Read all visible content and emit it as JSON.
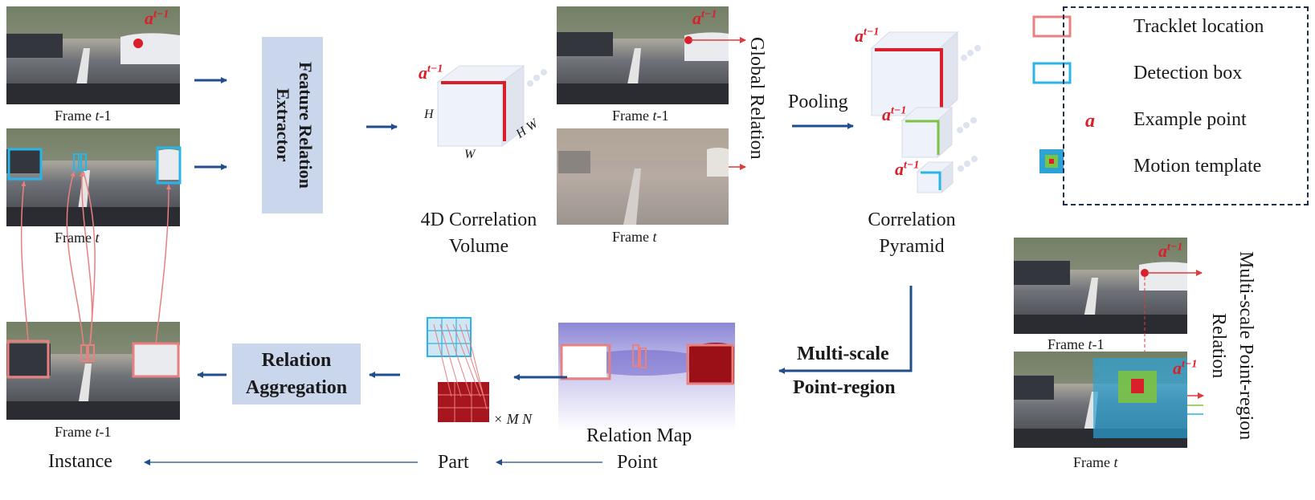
{
  "captions": {
    "frame_t1": "Frame t-1",
    "frame_t1_prefix": "Frame ",
    "frame_t1_var": "t",
    "frame_t1_suffix": "-1",
    "frame_t_prefix": "Frame ",
    "frame_t_var": "t"
  },
  "labels": {
    "feature_extractor": "Feature Relation Extractor",
    "corr_volume": "4D Correlation Volume",
    "global_relation": "Global Relation",
    "pooling": "Pooling",
    "corr_pyramid": "Correlation Pyramid",
    "multiscale_relation": "Multi-scale Point-region Relation",
    "multiscale_pr_1": "Multi-scale",
    "multiscale_pr_2": "Point-region",
    "relation_map": "Relation Map",
    "relation_aggregation": "Relation Aggregation",
    "times_mn": "× M N",
    "instance": "Instance",
    "part": "Part",
    "point": "Point",
    "axis_h": "H",
    "axis_w": "W",
    "axis_hw": "H W",
    "point_symbol": "a",
    "point_sup": "t−1"
  },
  "legend": [
    {
      "label": "Tracklet location",
      "icon": "red-rectangle-icon",
      "color": "#e88080"
    },
    {
      "label": "Detection box",
      "icon": "cyan-rectangle-icon",
      "color": "#29b5e8"
    },
    {
      "label": "Example point",
      "icon": "italic-a-icon",
      "color": "#d9202a",
      "symbol": "a"
    },
    {
      "label": "Motion template",
      "icon": "nested-square-icon",
      "color": "#2ba3d6"
    }
  ],
  "colors": {
    "arrow": "#1f4e8c",
    "tracklet": "#e88080",
    "detection": "#29b5e8",
    "point": "#d9202a",
    "box_fill": "#c9d6ec",
    "green": "#7cc243"
  }
}
